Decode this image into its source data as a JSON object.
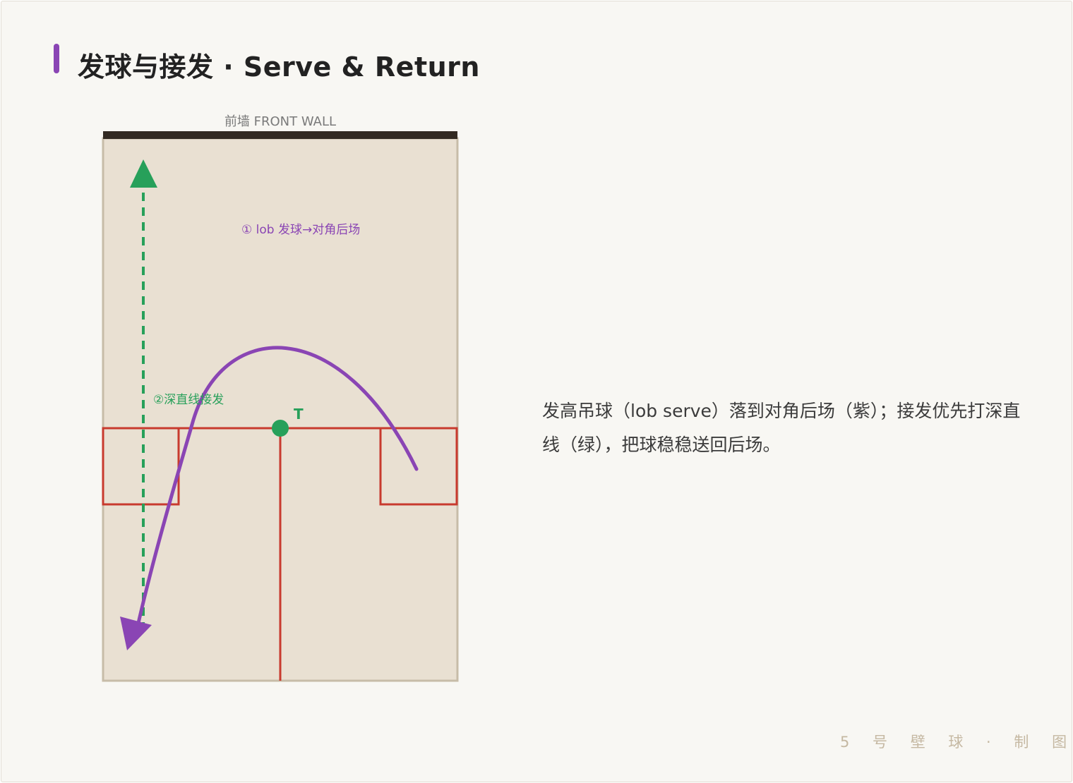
{
  "title": "发球与接发 · Serve & Return",
  "diagram": {
    "front_wall_label": "前墙 FRONT WALL",
    "serve_label": "① lob 发球→对角后场",
    "return_label": "②深直线接发",
    "t_label": "T"
  },
  "colors": {
    "accent": "#8a45b4",
    "serve": "#8a45b4",
    "return": "#27a05a",
    "court_lines": "#c83a2e",
    "court_floor": "#e9e0d2",
    "front_wall": "#332a22",
    "footer": "#c5b8a2"
  },
  "description": "发高吊球（lob serve）落到对角后场（紫）；接发优先打深直线（绿），把球稳稳送回后场。",
  "footer": "5 号 壁 球 · 制 图"
}
